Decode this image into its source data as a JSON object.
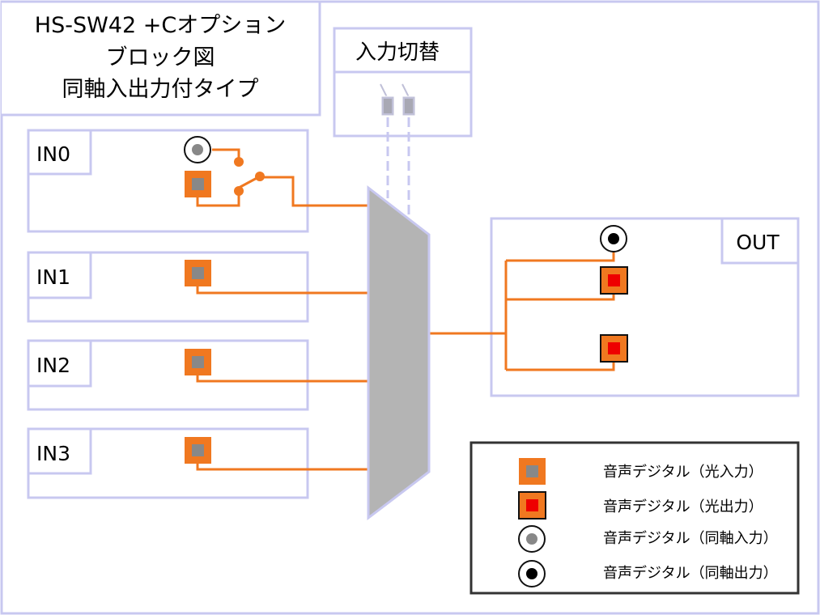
{
  "title": {
    "line1": "HS-SW42 +Cオプション",
    "line2": "ブロック図",
    "line3": "同軸入出力付タイプ"
  },
  "switch_box": {
    "label": "入力切替"
  },
  "inputs": [
    {
      "label": "IN0"
    },
    {
      "label": "IN1"
    },
    {
      "label": "IN2"
    },
    {
      "label": "IN3"
    }
  ],
  "output": {
    "label": "OUT"
  },
  "legend": [
    {
      "icon": "optical-input-icon",
      "text": "音声デジタル（光入力）"
    },
    {
      "icon": "optical-output-icon",
      "text": "音声デジタル（光出力）"
    },
    {
      "icon": "coax-input-icon",
      "text": "音声デジタル（同軸入力）"
    },
    {
      "icon": "coax-output-icon",
      "text": "音声デジタル（同軸出力）"
    }
  ],
  "colors": {
    "panel_border": "#c8c8f0",
    "wire": "#f07820",
    "optical_in_core": "#888888",
    "optical_out_core": "#ee0000",
    "mux_fill": "#b4b4b4",
    "legend_border": "#333333"
  }
}
